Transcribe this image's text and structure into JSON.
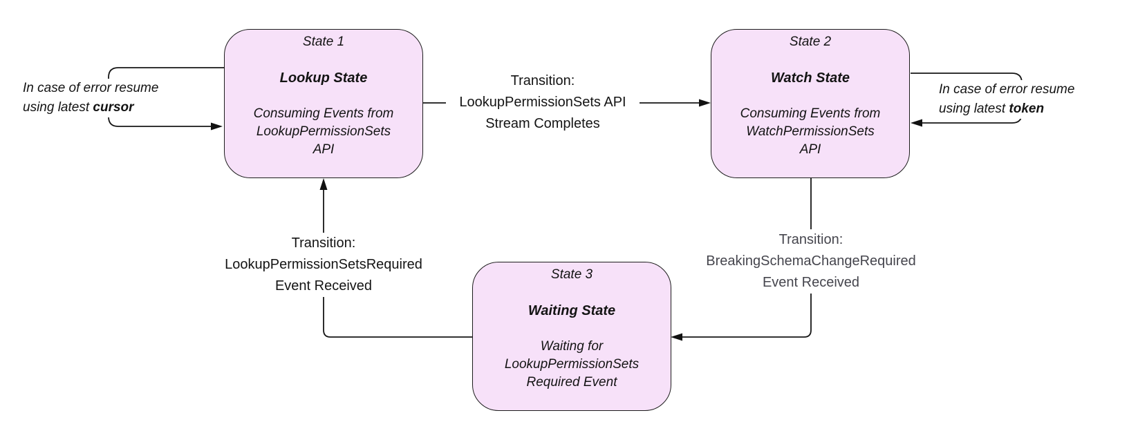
{
  "diagram": {
    "states": [
      {
        "title": "State 1",
        "name": "Lookup State",
        "desc_lines": [
          "Consuming Events from",
          "LookupPermissionSets",
          "API"
        ]
      },
      {
        "title": "State 2",
        "name": "Watch State",
        "desc_lines": [
          "Consuming Events from",
          "WatchPermissionSets",
          "API"
        ]
      },
      {
        "title": "State 3",
        "name": "Waiting State",
        "desc_lines": [
          "Waiting for",
          "LookupPermissionSets",
          "Required Event"
        ]
      }
    ],
    "transitions": [
      {
        "from": "State 1",
        "to": "State 2",
        "lines": [
          "Transition:",
          "LookupPermissionSets API",
          "Stream Completes"
        ]
      },
      {
        "from": "State 3",
        "to": "State 1",
        "lines": [
          "Transition:",
          "LookupPermissionSetsRequired",
          "Event Received"
        ]
      },
      {
        "from": "State 2",
        "to": "State 3",
        "lines": [
          "Transition:",
          "BreakingSchemaChangeRequired",
          "Event Received"
        ]
      }
    ],
    "annotations": [
      {
        "target": "State 1",
        "line1": "In case of error resume",
        "line2_prefix": "using latest ",
        "line2_bold": "cursor"
      },
      {
        "target": "State 2",
        "line1": "In case of error resume",
        "line2_prefix": "using latest ",
        "line2_bold": "token"
      }
    ],
    "colors": {
      "state_fill": "#f7e1f9",
      "state_border": "#1b1b1b",
      "connector": "#151515",
      "label_text": "#141414",
      "label_text_muted": "#45454d",
      "background": "#ffffff"
    }
  }
}
